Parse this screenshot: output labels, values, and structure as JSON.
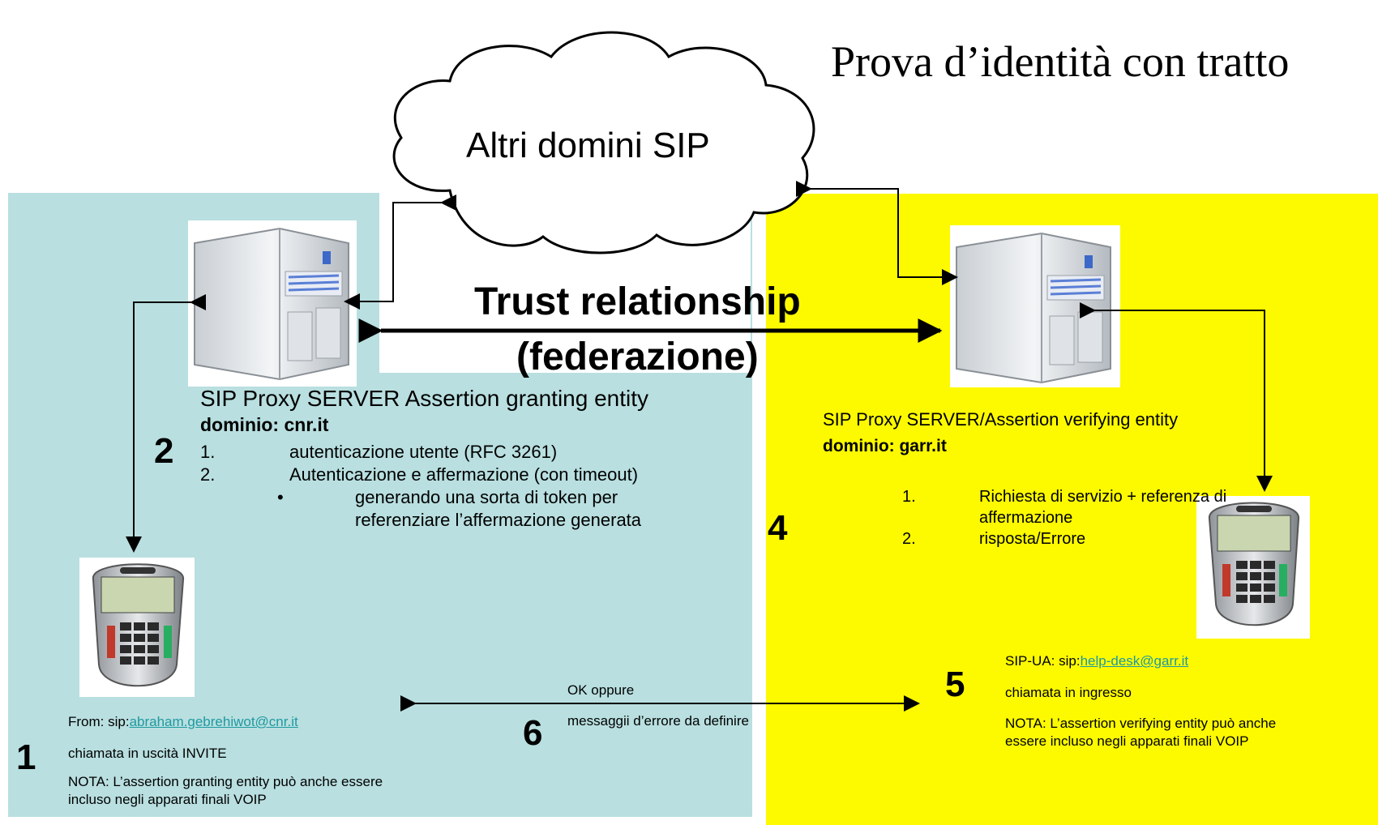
{
  "title": "Prova d’identità con tratto",
  "cloud": {
    "label": "Altri domini SIP"
  },
  "trust": {
    "line1": "Trust relationship",
    "line2": "(federazione)"
  },
  "left_server": {
    "heading": "SIP Proxy SERVER Assertion granting entity",
    "domain": "dominio: cnr.it",
    "step_number": "2",
    "items": [
      {
        "num": "1.",
        "text": "autenticazione utente (RFC 3261)"
      },
      {
        "num": "2.",
        "text": "Autenticazione e affermazione (con timeout)"
      }
    ],
    "bullet": "•",
    "subitem_line1": "generando una sorta di token per",
    "subitem_line2": "referenziare l’affermazione generata"
  },
  "right_server": {
    "heading": "SIP Proxy SERVER/Assertion verifying entity",
    "domain": "dominio: garr.it",
    "step_number": "4",
    "items": [
      {
        "num": "1.",
        "text_line1": "Richiesta di servizio + referenza di",
        "text_line2": "affermazione"
      },
      {
        "num": "2.",
        "text_line1": "risposta/Errore",
        "text_line2": ""
      }
    ]
  },
  "left_client": {
    "step_number": "1",
    "from_prefix": "From: sip:",
    "from_address": "abraham.gebrehiwot@cnr.it",
    "call": "chiamata in uscità INVITE",
    "note_line1": "NOTA: L’assertion granting entity  può anche essere",
    "note_line2": "incluso negli apparati finali VOIP"
  },
  "right_client": {
    "step_number": "5",
    "ua_prefix": "SIP-UA: sip:",
    "ua_address": "help-desk@garr.it",
    "call": "chiamata in ingresso",
    "note_line1": "NOTA: L’assertion verifying entity  può anche",
    "note_line2": "essere incluso negli apparati finali VOIP"
  },
  "response": {
    "step_number": "6",
    "line1": "OK oppure",
    "line2": "messaggii d’errore da definire"
  },
  "colors": {
    "left_domain": "#b9dfe0",
    "right_domain": "#fdfa00",
    "link": "#1e9aa0"
  }
}
